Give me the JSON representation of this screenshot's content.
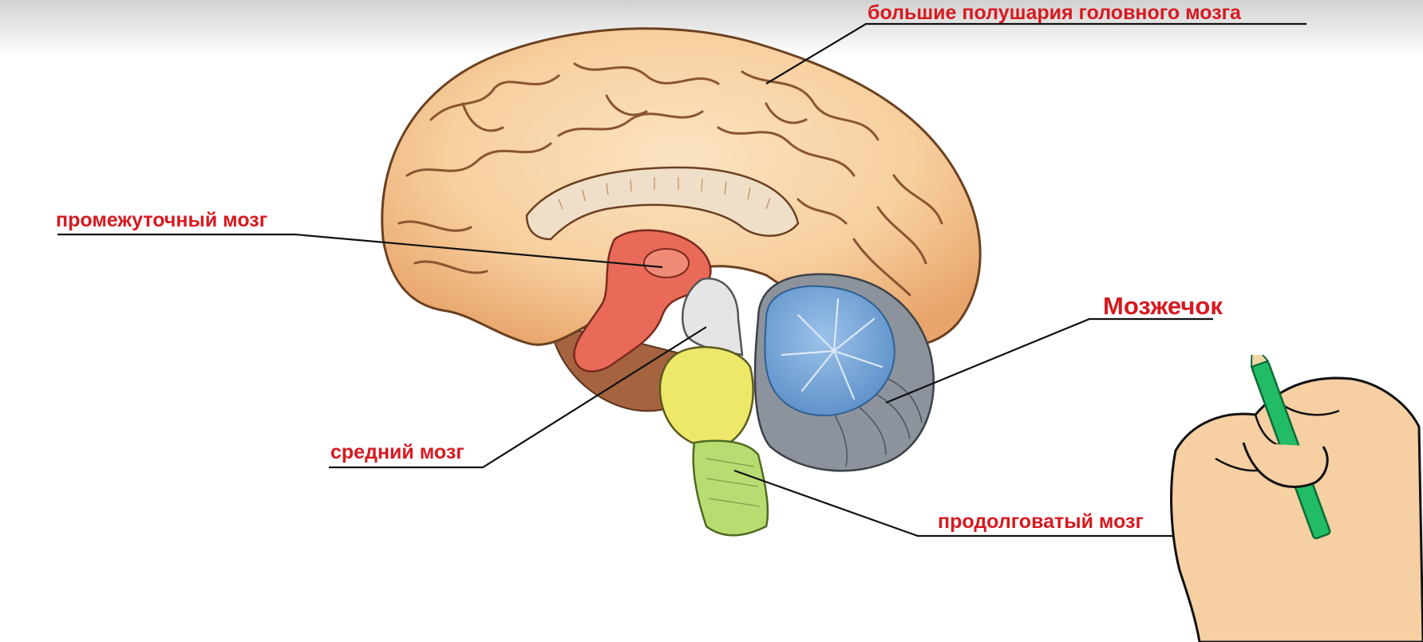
{
  "labels": {
    "cerebrum": "большие полушария головного мозга",
    "diencephalon": "промежуточный мозг",
    "cerebellum": "Мозжечок",
    "midbrain": "средний мозг",
    "medulla": "продолговатый мозг"
  },
  "colors": {
    "label_text": "#d71920",
    "leader_line": "#111111",
    "cerebrum": "#f7d3a6",
    "diencephalon": "#e96a58",
    "cerebellum": "#6fa3d8",
    "arbor_vitae_grey": "#8c939c",
    "midbrain_pons_yellow": "#eee86a",
    "medulla_green": "#b7dd72",
    "hand_skin": "#f6cfa2",
    "pencil": "#22bb66"
  },
  "icons": [
    "brain-illustration",
    "hand-drawing-icon",
    "pencil-icon"
  ]
}
